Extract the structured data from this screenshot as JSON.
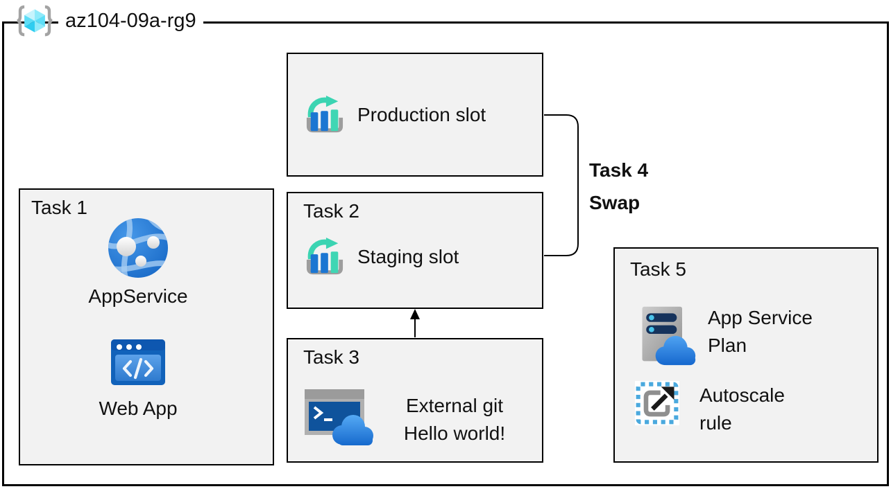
{
  "resource_group": {
    "name": "az104-09a-rg9",
    "icon": "resource-group-cube-icon"
  },
  "production": {
    "label": "Production slot",
    "icon": "deployment-slots-icon"
  },
  "task1": {
    "title": "Task 1",
    "app_service": {
      "label": "AppService",
      "icon": "app-service-globe-icon"
    },
    "web_app": {
      "label": "Web App",
      "icon": "web-app-window-icon"
    }
  },
  "task2": {
    "title": "Task 2",
    "label": "Staging slot",
    "icon": "deployment-slots-icon"
  },
  "task3": {
    "title": "Task 3",
    "line1": "External git",
    "line2": "Hello world!",
    "icon": "cloud-shell-terminal-icon"
  },
  "task4": {
    "line1": "Task 4",
    "line2": "Swap"
  },
  "task5": {
    "title": "Task 5",
    "app_service_plan": {
      "line1": "App Service",
      "line2": "Plan",
      "icon": "app-service-plan-server-icon"
    },
    "autoscale": {
      "line1": "Autoscale",
      "line2": "rule",
      "icon": "autoscale-rule-icon"
    }
  },
  "colors": {
    "box_background": "#f2f2f2",
    "border": "#000000",
    "azure_blue": "#2277d4",
    "slot_bar_blue": "#1b76d2",
    "teal": "#3bd4b2",
    "cube_cyan": "#55dcf7",
    "icon_gray": "#9d9d9d"
  }
}
